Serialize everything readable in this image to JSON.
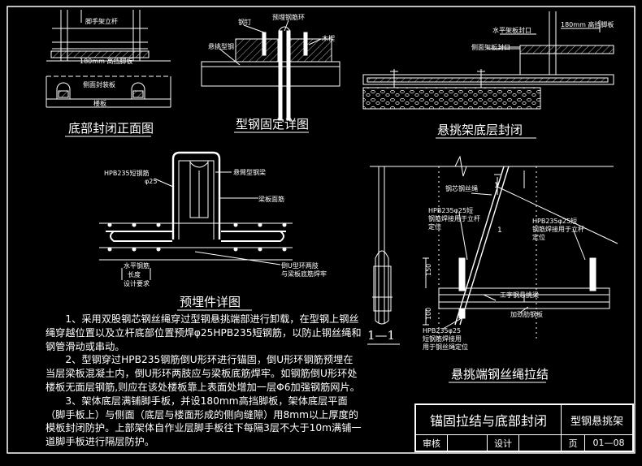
{
  "drawings": {
    "bottom_front": {
      "caption": "底部封闭正面图",
      "labels": {
        "top": "脚手架立杆",
        "middle": "180mm 高挡脚板",
        "lower": "侧面封装板",
        "bottom": "楼板"
      }
    },
    "steel_fix": {
      "caption": "型钢固定详图",
      "labels": {
        "nail": "钢钉",
        "embed": "预埋钢筋环",
        "wood": "木楔",
        "steel": "悬挑型钢"
      }
    },
    "cantilever_bottom": {
      "caption": "悬挑架底层封闭",
      "labels": {
        "skirting": "180mm 高挡脚板",
        "horizontal": "水平架板封口",
        "side": "侧面架板封口"
      }
    },
    "embed_detail": {
      "caption": "预埋件详图",
      "labels": {
        "bar": "HPB235短钢筋",
        "bar2": "φ25",
        "beam": "悬臂型钢梁",
        "concrete": "梁板面筋",
        "stirrup": "倒U型环两肢",
        "stirrup2": "与梁板底筋焊牢",
        "hbar": "水平钢筋",
        "hbar2": "长度",
        "design": "设计要求"
      }
    },
    "wire_rope": {
      "caption": "悬挑端钢丝绳拉结",
      "section": "1—1",
      "mark1": "1",
      "mark2": "1",
      "labels": {
        "rope": "钢芯钢丝绳",
        "bar_left": "HPB235φ25短",
        "bar_left2": "钢筋焊接用于立杆",
        "bar_left3": "定位",
        "bar_right": "HPB235φ25短",
        "bar_right2": "钢筋焊接用于立杆",
        "bar_right3": "定位",
        "beam": "工字钢悬挑梁",
        "stiff": "加劲肋钢板",
        "bottom": "HPB235φ25",
        "bottom2": "短钢筋焊接用",
        "bottom3": "用于钢丝绳定位",
        "dim1": "150",
        "dim2": "100"
      }
    }
  },
  "notes": [
    "1、采用双股钢芯钢丝绳穿过型钢悬挑端部进行卸载，在型钢上钢丝绳穿越位置以及立杆底部位置预焊φ25HPB235短钢筋，以防止钢丝绳和钢管滑动或串动。",
    "2、型钢穿过HPB235钢筋倒U形环进行锚固，倒U形环钢筋预埋在当层梁板混凝土内，倒U形环两肢应与梁板底筋焊牢。如钢筋倒U形环处楼板无面层钢筋,则应在该处楼板靠上表面处增加一层Φ6加强钢筋网片。",
    "3、架体底层满铺脚手板，并设180mm高挡脚板，架体底层平面（脚手板上）与侧面（底层与楼面形成的侧向缝隙）用8mm以上厚度的模板封闭防护。上部架体自作业层脚手板往下每隔3层不大于10m满铺一道脚手板进行隔层防护。"
  ],
  "title_block": {
    "title": "锚固拉结与底部封闭",
    "subtitle": "型钢悬挑架",
    "review": "审核",
    "design": "设计",
    "page_label": "页",
    "page_no": "01—08"
  }
}
